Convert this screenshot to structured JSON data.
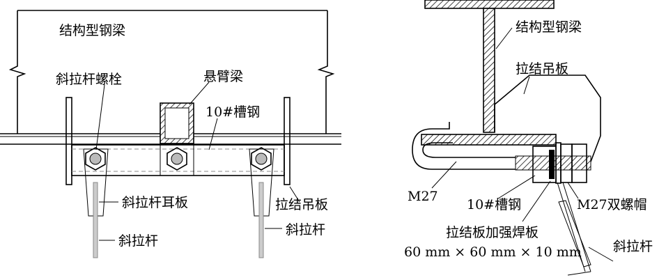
{
  "left": {
    "beam_label": "结构型钢梁",
    "bolt_label": "斜拉杆螺栓",
    "cantilever_label": "悬臂梁",
    "channel_label": "10#槽钢",
    "ear_plate_label": "斜拉杆耳板",
    "hanger_plate_label": "拉结吊板",
    "rod_label_1": "斜拉杆",
    "rod_label_2": "斜拉杆"
  },
  "right": {
    "beam_label": "结构型钢梁",
    "hanger_plate_label": "拉结吊板",
    "bolt_label": "M27",
    "channel_label": "10#槽钢",
    "nut_label": "M27双螺帽",
    "weld_plate_label": "拉结板加强焊板",
    "weld_plate_size": "60 mm × 60 mm × 10 mm",
    "rod_label": "斜拉杆"
  }
}
